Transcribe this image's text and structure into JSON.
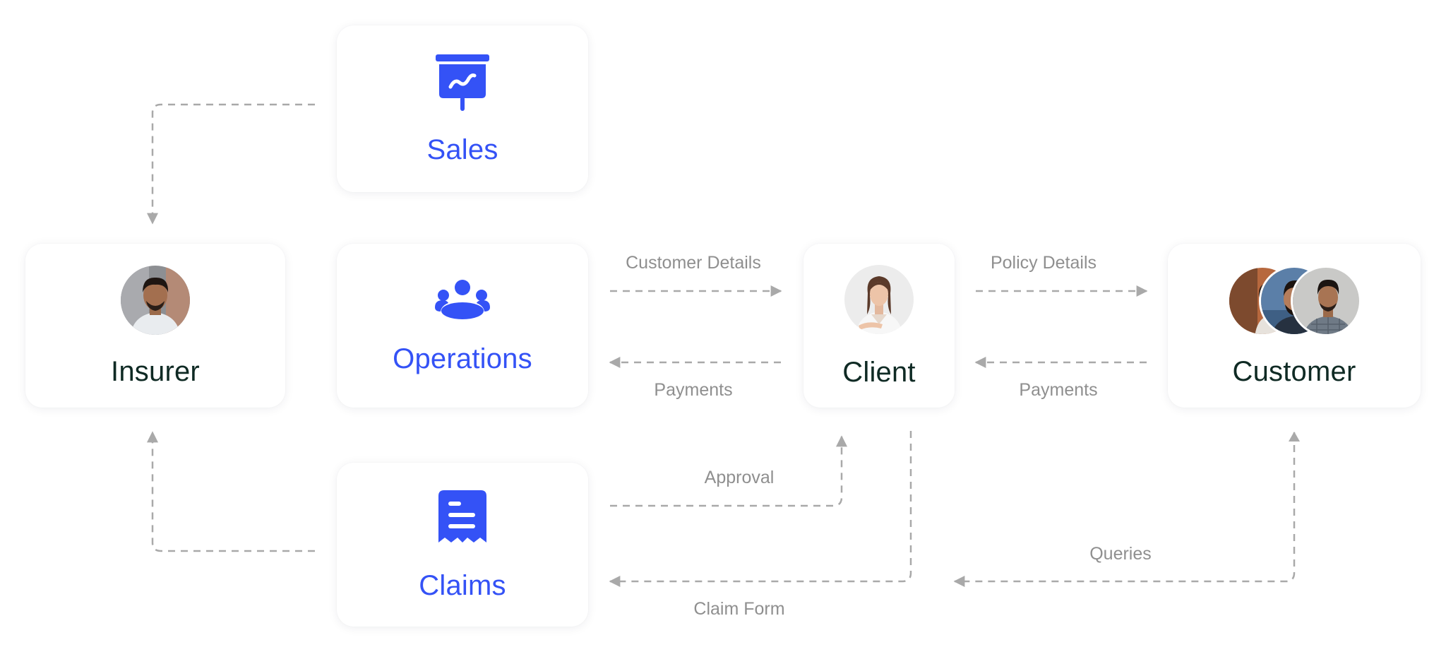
{
  "nodes": {
    "sales": {
      "label": "Sales",
      "icon": "presentation-board-icon"
    },
    "operations": {
      "label": "Operations",
      "icon": "team-icon"
    },
    "claims": {
      "label": "Claims",
      "icon": "receipt-document-icon"
    },
    "insurer": {
      "label": "Insurer",
      "image": "man-portrait-photo"
    },
    "client": {
      "label": "Client",
      "image": "woman-portrait-photo"
    },
    "customer": {
      "label": "Customer",
      "image": "customer-group-photos"
    }
  },
  "edges": {
    "customer_details": "Customer Details",
    "payments_ops": "Payments",
    "policy_details": "Policy Details",
    "payments_client": "Payments",
    "approval": "Approval",
    "claim_form": "Claim Form",
    "queries": "Queries"
  },
  "colors": {
    "accent": "#3452f6",
    "heading": "#0f2a24",
    "connector": "#a9a9a9",
    "edge_label": "#8f8f8f"
  }
}
